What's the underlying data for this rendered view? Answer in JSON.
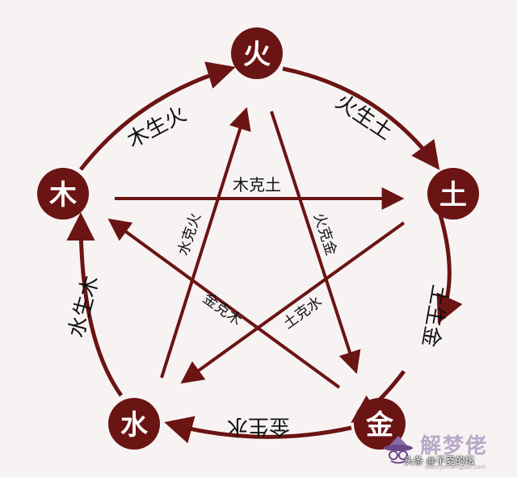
{
  "diagram": {
    "elements": [
      {
        "id": "fire",
        "label": "火"
      },
      {
        "id": "earth",
        "label": "土"
      },
      {
        "id": "metal",
        "label": "金"
      },
      {
        "id": "water",
        "label": "水"
      },
      {
        "id": "wood",
        "label": "木"
      }
    ],
    "generating_cycle": [
      {
        "id": "wood-fire",
        "label": "木生火"
      },
      {
        "id": "fire-earth",
        "label": "火生土"
      },
      {
        "id": "earth-metal",
        "label": "土生金"
      },
      {
        "id": "metal-water",
        "label": "金生水"
      },
      {
        "id": "water-wood",
        "label": "水生木"
      }
    ],
    "controlling_cycle": [
      {
        "id": "wood-earth",
        "label": "木克土"
      },
      {
        "id": "fire-metal",
        "label": "火克金"
      },
      {
        "id": "earth-water",
        "label": "土克水"
      },
      {
        "id": "metal-wood",
        "label": "金克木"
      },
      {
        "id": "water-fire",
        "label": "水克火"
      }
    ]
  },
  "colors": {
    "circle_fill": "#6b1414",
    "circle_text": "#ffffff",
    "arrow": "#6b1414",
    "label_text": "#111111",
    "background": "#f7f3f3"
  },
  "watermark": {
    "brand": "解梦佬",
    "source": "头条 @子夏的坛",
    "url": "www.jiemenglao.com"
  }
}
